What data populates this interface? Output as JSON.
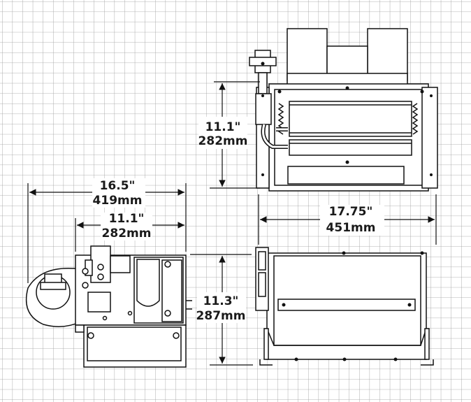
{
  "drawing": {
    "top_view": {
      "height_in": "11.1\"",
      "height_mm": "282mm"
    },
    "side_view": {
      "overall_width_in": "16.5\"",
      "overall_width_mm": "419mm",
      "body_width_in": "11.1\"",
      "body_width_mm": "282mm"
    },
    "front_view": {
      "width_in": "17.75\"",
      "width_mm": "451mm",
      "height_in": "11.3\"",
      "height_mm": "287mm"
    }
  }
}
